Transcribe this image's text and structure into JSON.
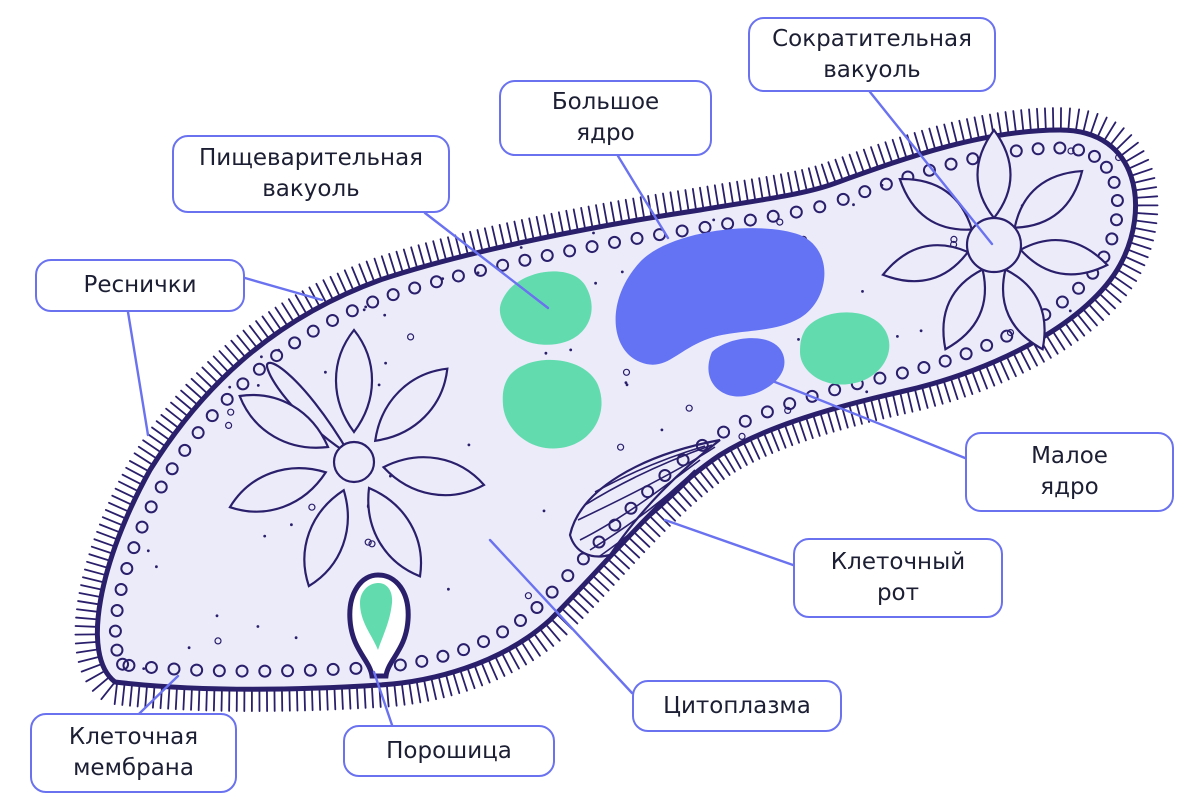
{
  "colors": {
    "outline": "#2a1f6b",
    "body_fill": "#ecebfa",
    "leader_line": "#6a72f0",
    "macronucleus": "#6373f4",
    "micronucleus": "#6373f4",
    "digestive_vacuole": "#62dcae",
    "label_border": "#6a72f0"
  },
  "labels": {
    "contractile_vacuole": "Сократительная\nвакуоль",
    "macronucleus": "Большое\nядро",
    "digestive_vacuole": "Пищеварительная\nвакуоль",
    "cilia": "Реснички",
    "micronucleus": "Малое\nядро",
    "cell_mouth": "Клеточный\nрот",
    "cytoplasm": "Цитоплазма",
    "cell_membrane": "Клеточная\nмембрана",
    "cytoproct": "Порошица"
  }
}
